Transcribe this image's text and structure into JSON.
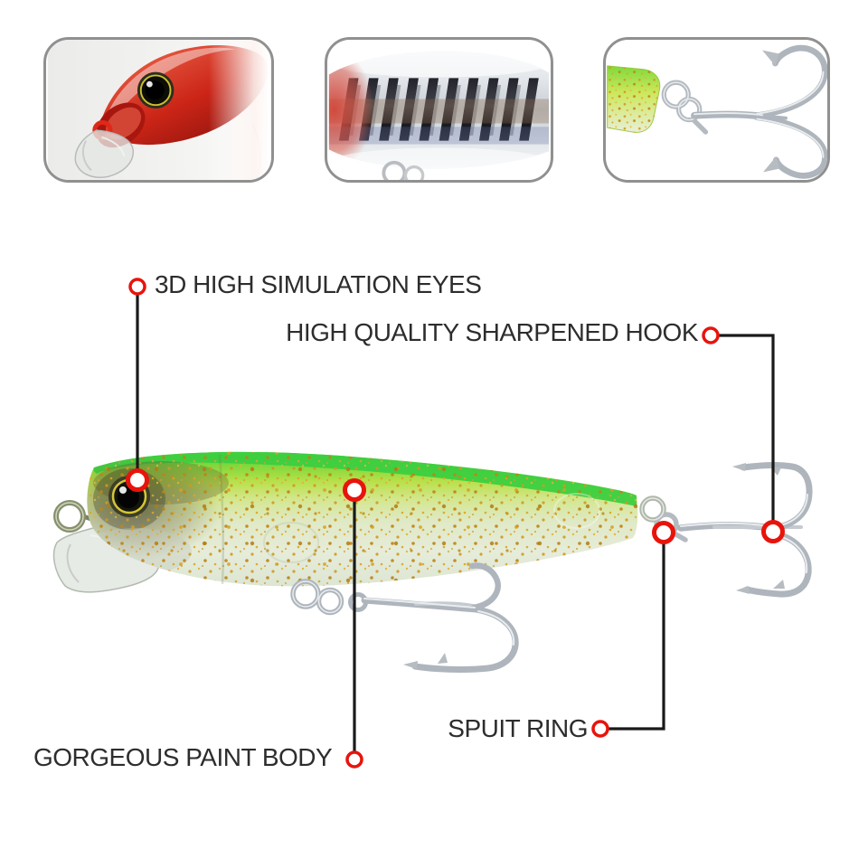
{
  "callouts": [
    {
      "id": "eyes",
      "label": "3D HIGH SIMULATION EYES"
    },
    {
      "id": "hook",
      "label": "HIGH QUALITY SHARPENED HOOK"
    },
    {
      "id": "spuit_ring",
      "label": "SPUIT RING"
    },
    {
      "id": "paint_body",
      "label": "GORGEOUS PAINT BODY"
    }
  ],
  "detail_cards": [
    {
      "name": "lure-head-closeup"
    },
    {
      "name": "body-pattern-closeup"
    },
    {
      "name": "tail-hook-closeup"
    }
  ],
  "colors": {
    "marker_red": "#e8140c",
    "callout_line": "#1a1a1a",
    "label_text": "#2d2d2d",
    "back_green": "#3ccf40",
    "chartreuse": "#c6e25a",
    "belly_green": "#e2e9d8",
    "glitter_gold": "#c9941c",
    "hook_silver": "#aeb5bc",
    "head_red": "#d0281c"
  }
}
